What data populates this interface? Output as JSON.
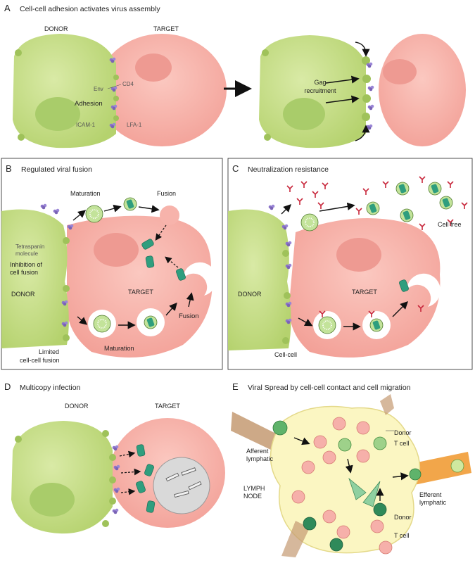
{
  "panels": {
    "A": {
      "letter": "A",
      "title": "Cell-cell adhesion activates virus assembly",
      "donor": "DONOR",
      "target": "TARGET",
      "env": "Env",
      "cd4": "CD4",
      "adhesion": "Adhesion",
      "icam": "ICAM-1",
      "lfa": "LFA-1",
      "gag": "Gag",
      "recruitment": "recruitment"
    },
    "B": {
      "letter": "B",
      "title": "Regulated viral fusion",
      "maturation_top": "Maturation",
      "fusion_top": "Fusion",
      "tetraspanin1": "Tetraspanin",
      "tetraspanin2": "molecule",
      "inhibition1": "Inhibition of",
      "inhibition2": "cell fusion",
      "donor": "DONOR",
      "target": "TARGET",
      "fusion_right": "Fusion",
      "limited1": "Limited",
      "limited2": "cell-cell fusion",
      "maturation_bottom": "Maturation"
    },
    "C": {
      "letter": "C",
      "title": "Neutralization resistance",
      "cell_free": "Cell free",
      "donor": "DONOR",
      "target": "TARGET",
      "cell_cell": "Cell-cell"
    },
    "D": {
      "letter": "D",
      "title": "Multicopy infection",
      "donor": "DONOR",
      "target": "TARGET"
    },
    "E": {
      "letter": "E",
      "title": "Viral Spread by cell-cell contact and cell migration",
      "afferent1": "Afferent",
      "afferent2": "lymphatic",
      "lymph1": "LYMPH",
      "lymph2": "NODE",
      "donor1": "Donor",
      "tcell1": "T cell",
      "donor2": "Donor",
      "tcell2": "T cell",
      "efferent1": "Efferent",
      "efferent2": "lymphatic"
    }
  },
  "colors": {
    "donor_cell": "#c9e08f",
    "target_cell": "#f7b3ab",
    "nucleus_donor": "#a9cc6a",
    "nucleus_target": "#ee9a92",
    "virion": "#3fae8e",
    "antibody": "#c8283c",
    "receptor": "#7a63b5"
  }
}
